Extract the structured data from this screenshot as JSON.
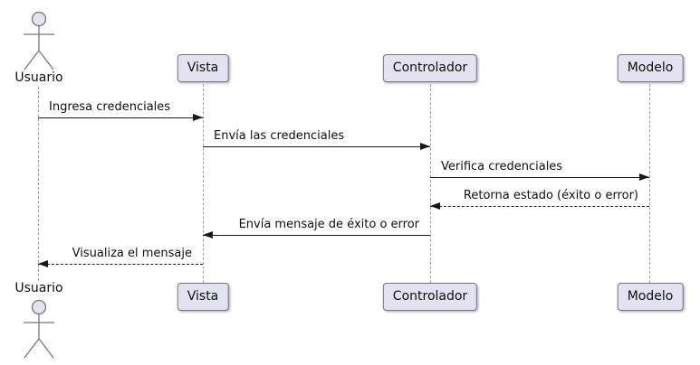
{
  "diagram": {
    "type": "uml-sequence-diagram",
    "actor": {
      "name": "Usuario",
      "icon": "stick-figure-icon"
    },
    "participants": [
      {
        "id": "vista",
        "label": "Vista"
      },
      {
        "id": "controlador",
        "label": "Controlador"
      },
      {
        "id": "modelo",
        "label": "Modelo"
      }
    ],
    "messages": [
      {
        "label": "Ingresa credenciales",
        "from": "Usuario",
        "to": "Vista",
        "line": "solid",
        "direction": "right"
      },
      {
        "label": "Envía las credenciales",
        "from": "Vista",
        "to": "Controlador",
        "line": "solid",
        "direction": "right"
      },
      {
        "label": "Verifica credenciales",
        "from": "Controlador",
        "to": "Modelo",
        "line": "solid",
        "direction": "right"
      },
      {
        "label": "Retorna estado (éxito o error)",
        "from": "Modelo",
        "to": "Controlador",
        "line": "dashed",
        "direction": "left"
      },
      {
        "label": "Envía mensaje de éxito o error",
        "from": "Controlador",
        "to": "Vista",
        "line": "solid",
        "direction": "left"
      },
      {
        "label": "Visualiza el mensaje",
        "from": "Vista",
        "to": "Usuario",
        "line": "dashed",
        "direction": "left"
      }
    ],
    "colors": {
      "background": "#FFFFFF",
      "participant_fill": "#E2E2F0",
      "participant_border": "#75757F",
      "lifeline": "#9A9AA0",
      "arrow": "#181818",
      "text": "#0F0F0F"
    }
  }
}
